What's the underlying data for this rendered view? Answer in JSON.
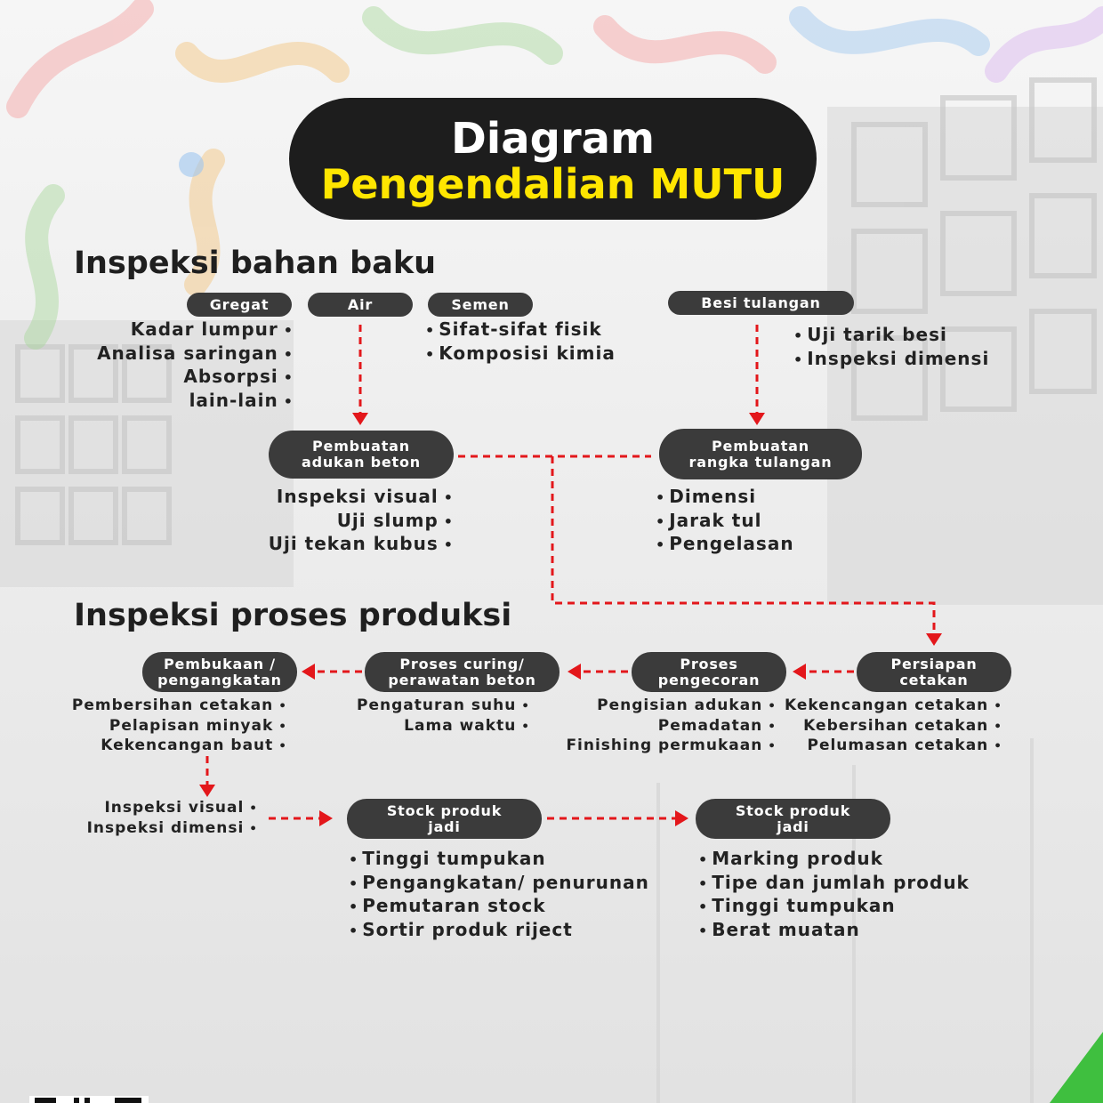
{
  "title": {
    "line1": "Diagram",
    "line2": "Pengendalian MUTU"
  },
  "sections": {
    "raw": "Inspeksi bahan baku",
    "process": "Inspeksi proses produksi"
  },
  "raw_materials": {
    "gregat": {
      "label": "Gregat",
      "items": [
        "Kadar lumpur",
        "Analisa saringan",
        "Absorpsi",
        "lain-lain"
      ]
    },
    "air": {
      "label": "Air"
    },
    "semen": {
      "label": "Semen",
      "items": [
        "Sifat-sifat fisik",
        "Komposisi kimia"
      ]
    },
    "besi": {
      "label": "Besi tulangan",
      "items": [
        "Uji tarik besi",
        "Inspeksi dimensi"
      ]
    }
  },
  "mixing": {
    "line1": "Pembuatan",
    "line2": "adukan beton",
    "items": [
      "Inspeksi visual",
      "Uji slump",
      "Uji tekan kubus"
    ]
  },
  "rebar": {
    "line1": "Pembuatan",
    "line2": "rangka tulangan",
    "items": [
      "Dimensi",
      "Jarak tul",
      "Pengelasan"
    ]
  },
  "process": {
    "persiapan": {
      "line1": "Persiapan",
      "line2": "cetakan",
      "items": [
        "Kekencangan cetakan",
        "Kebersihan cetakan",
        "Pelumasan cetakan"
      ]
    },
    "pengecoran": {
      "line1": "Proses",
      "line2": "pengecoran",
      "items": [
        "Pengisian adukan",
        "Pemadatan",
        "Finishing permukaan"
      ]
    },
    "curing": {
      "line1": "Proses curing/",
      "line2": "perawatan beton",
      "items": [
        "Pengaturan suhu",
        "Lama waktu"
      ]
    },
    "pembukaan": {
      "line1": "Pembukaan /",
      "line2": "pengangkatan",
      "items": [
        "Pembersihan cetakan",
        "Pelapisan minyak",
        "Kekencangan baut"
      ]
    },
    "inspeksi": {
      "items": [
        "Inspeksi visual",
        "Inspeksi dimensi"
      ]
    },
    "stock1": {
      "line1": "Stock produk",
      "line2": "jadi",
      "items": [
        "Tinggi tumpukan",
        "Pengangkatan/ penurunan",
        "Pemutaran stock",
        "Sortir produk riject"
      ]
    },
    "stock2": {
      "line1": "Stock produk",
      "line2": "jadi",
      "items": [
        "Marking produk",
        "Tipe dan jumlah produk",
        "Tinggi tumpukan",
        "Berat muatan"
      ]
    }
  },
  "colors": {
    "pill": "#3b3b3b",
    "title_bg": "#1d1d1d",
    "title_accent": "#ffe600",
    "arrow": "#e3171b"
  }
}
